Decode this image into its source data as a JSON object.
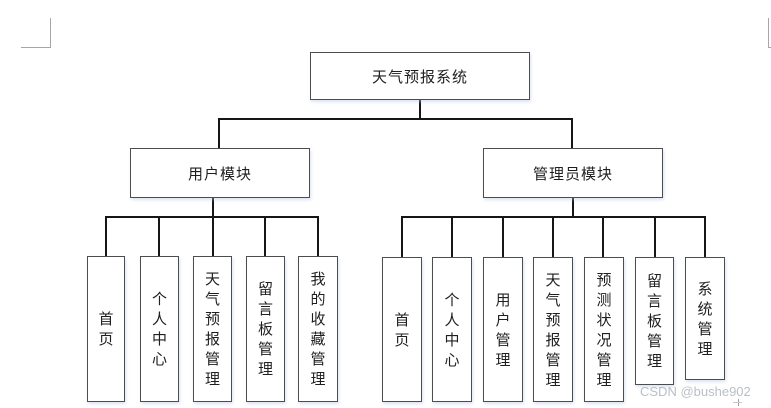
{
  "diagram": {
    "root": {
      "label": "天气预报系统"
    },
    "modules": [
      {
        "label": "用户模块",
        "children": [
          "首页",
          "个人中心",
          "天气预报管理",
          "留言板管理",
          "我的收藏管理"
        ]
      },
      {
        "label": "管理员模块",
        "children": [
          "首页",
          "个人中心",
          "用户管理",
          "天气预报管理",
          "预测状况管理",
          "留言板管理",
          "系统管理"
        ]
      }
    ]
  },
  "watermark": {
    "text": "CSDN @bushe902"
  },
  "colors": {
    "box_border": "#4d4d4d",
    "connector": "#161616",
    "text": "#1f1f1f",
    "corner_mark": "#a6a6a6",
    "watermark": "#b9bfc6"
  }
}
